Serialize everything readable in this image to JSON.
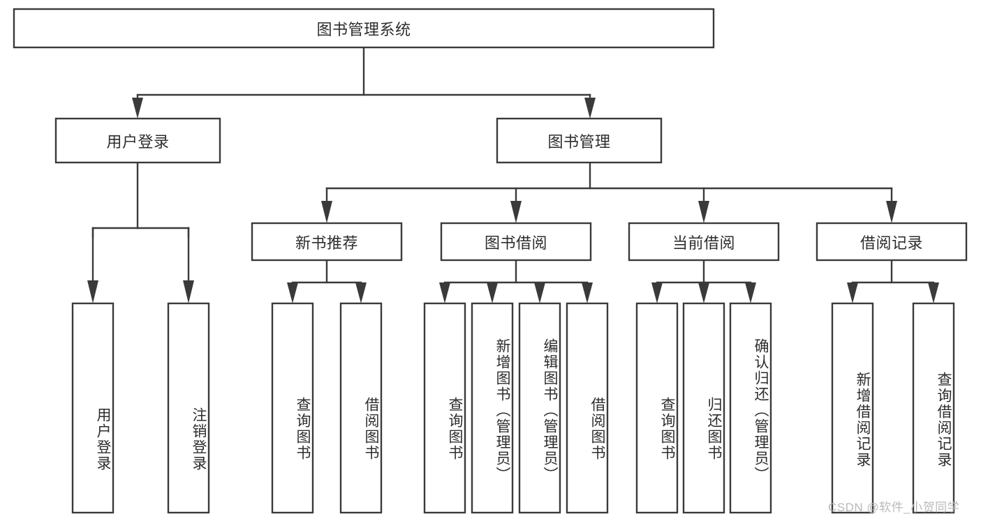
{
  "diagram": {
    "type": "hierarchy-tree",
    "title": "图书管理系统",
    "watermark": "CSDN @软件_小贺同学",
    "colors": {
      "stroke": "#3a3a3a",
      "box_fill": "#ffffff",
      "text": "#2d2d2d",
      "background": "#ffffff",
      "watermark": "#b9b9b9"
    },
    "nodes": {
      "root": {
        "label": "图书管理系统",
        "orientation": "horizontal"
      },
      "level1": [
        {
          "label": "用户登录",
          "orientation": "horizontal"
        },
        {
          "label": "图书管理",
          "orientation": "horizontal"
        }
      ],
      "level2": [
        {
          "label": "新书推荐",
          "orientation": "horizontal"
        },
        {
          "label": "图书借阅",
          "orientation": "horizontal"
        },
        {
          "label": "当前借阅",
          "orientation": "horizontal"
        },
        {
          "label": "借阅记录",
          "orientation": "horizontal"
        }
      ],
      "leaves": {
        "user_login": [
          {
            "label": "用户登录",
            "orientation": "vertical"
          },
          {
            "label": "注销登录",
            "orientation": "vertical"
          }
        ],
        "new_book_recommend": [
          {
            "label": "查询图书",
            "orientation": "vertical"
          },
          {
            "label": "借阅图书",
            "orientation": "vertical"
          }
        ],
        "book_borrow": [
          {
            "label": "查询图书",
            "orientation": "vertical"
          },
          {
            "label": "新增图书（管理员）",
            "orientation": "vertical"
          },
          {
            "label": "编辑图书（管理员）",
            "orientation": "vertical"
          },
          {
            "label": "借阅图书",
            "orientation": "vertical"
          }
        ],
        "current_borrow": [
          {
            "label": "查询图书",
            "orientation": "vertical"
          },
          {
            "label": "归还图书",
            "orientation": "vertical"
          },
          {
            "label": "确认归还（管理员）",
            "orientation": "vertical"
          }
        ],
        "borrow_record": [
          {
            "label": "新增借阅记录",
            "orientation": "vertical"
          },
          {
            "label": "查询借阅记录",
            "orientation": "vertical"
          }
        ]
      }
    }
  }
}
